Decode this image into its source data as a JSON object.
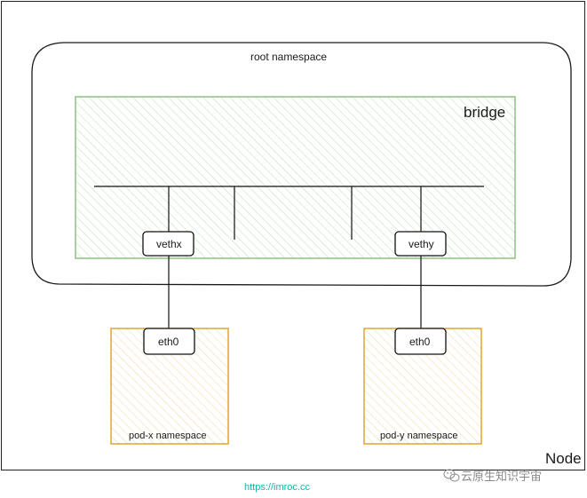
{
  "diagram": {
    "node_label": "Node",
    "root_namespace_label": "root namespace",
    "bridge_label": "bridge",
    "veth_left_label": "vethx",
    "veth_right_label": "vethy",
    "pod_x": {
      "eth_label": "eth0",
      "namespace_label": "pod-x namespace"
    },
    "pod_y": {
      "eth_label": "eth0",
      "namespace_label": "pod-y namespace"
    }
  },
  "colors": {
    "bridge_stroke": "#8fc184",
    "bridge_hatch": "#b9dcb1",
    "pod_stroke": "#e0a52c",
    "pod_hatch": "#f3d7a0",
    "url_color": "#17b2a8"
  },
  "footer": {
    "url": "https://imroc.cc",
    "watermark": "云原生知识宇宙",
    "watermark_icon": "wechat-icon"
  }
}
